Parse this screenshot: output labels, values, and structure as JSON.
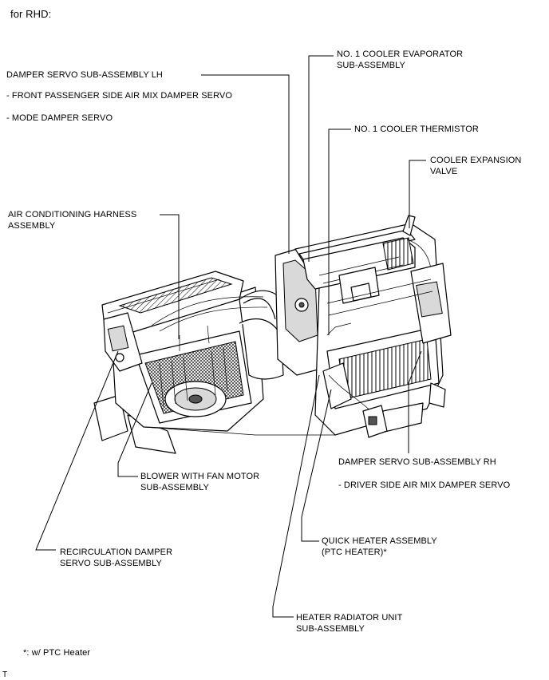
{
  "header": {
    "title": "for RHD:"
  },
  "labels": {
    "damper_servo_lh": "DAMPER SERVO SUB-ASSEMBLY LH",
    "damper_servo_lh_item1": "- FRONT PASSENGER SIDE AIR MIX DAMPER SERVO",
    "damper_servo_lh_item2": "- MODE DAMPER SERVO",
    "evaporator_line1": "NO. 1 COOLER EVAPORATOR",
    "evaporator_line2": "SUB-ASSEMBLY",
    "thermistor": "NO. 1 COOLER THERMISTOR",
    "expansion_valve_line1": "COOLER EXPANSION",
    "expansion_valve_line2": "VALVE",
    "harness_line1": "AIR CONDITIONING HARNESS",
    "harness_line2": "ASSEMBLY",
    "damper_servo_rh": "DAMPER SERVO SUB-ASSEMBLY RH",
    "damper_servo_rh_item1": "- DRIVER SIDE AIR MIX DAMPER SERVO",
    "blower_line1": "BLOWER WITH FAN MOTOR",
    "blower_line2": "SUB-ASSEMBLY",
    "quick_heater_line1": "QUICK HEATER ASSEMBLY",
    "quick_heater_line2": "(PTC HEATER)*",
    "recirc_line1": "RECIRCULATION DAMPER",
    "recirc_line2": "SERVO SUB-ASSEMBLY",
    "heater_radiator_line1": "HEATER RADIATOR UNIT",
    "heater_radiator_line2": "SUB-ASSEMBLY"
  },
  "footnote": "*: w/ PTC Heater",
  "corner_mark": "T"
}
